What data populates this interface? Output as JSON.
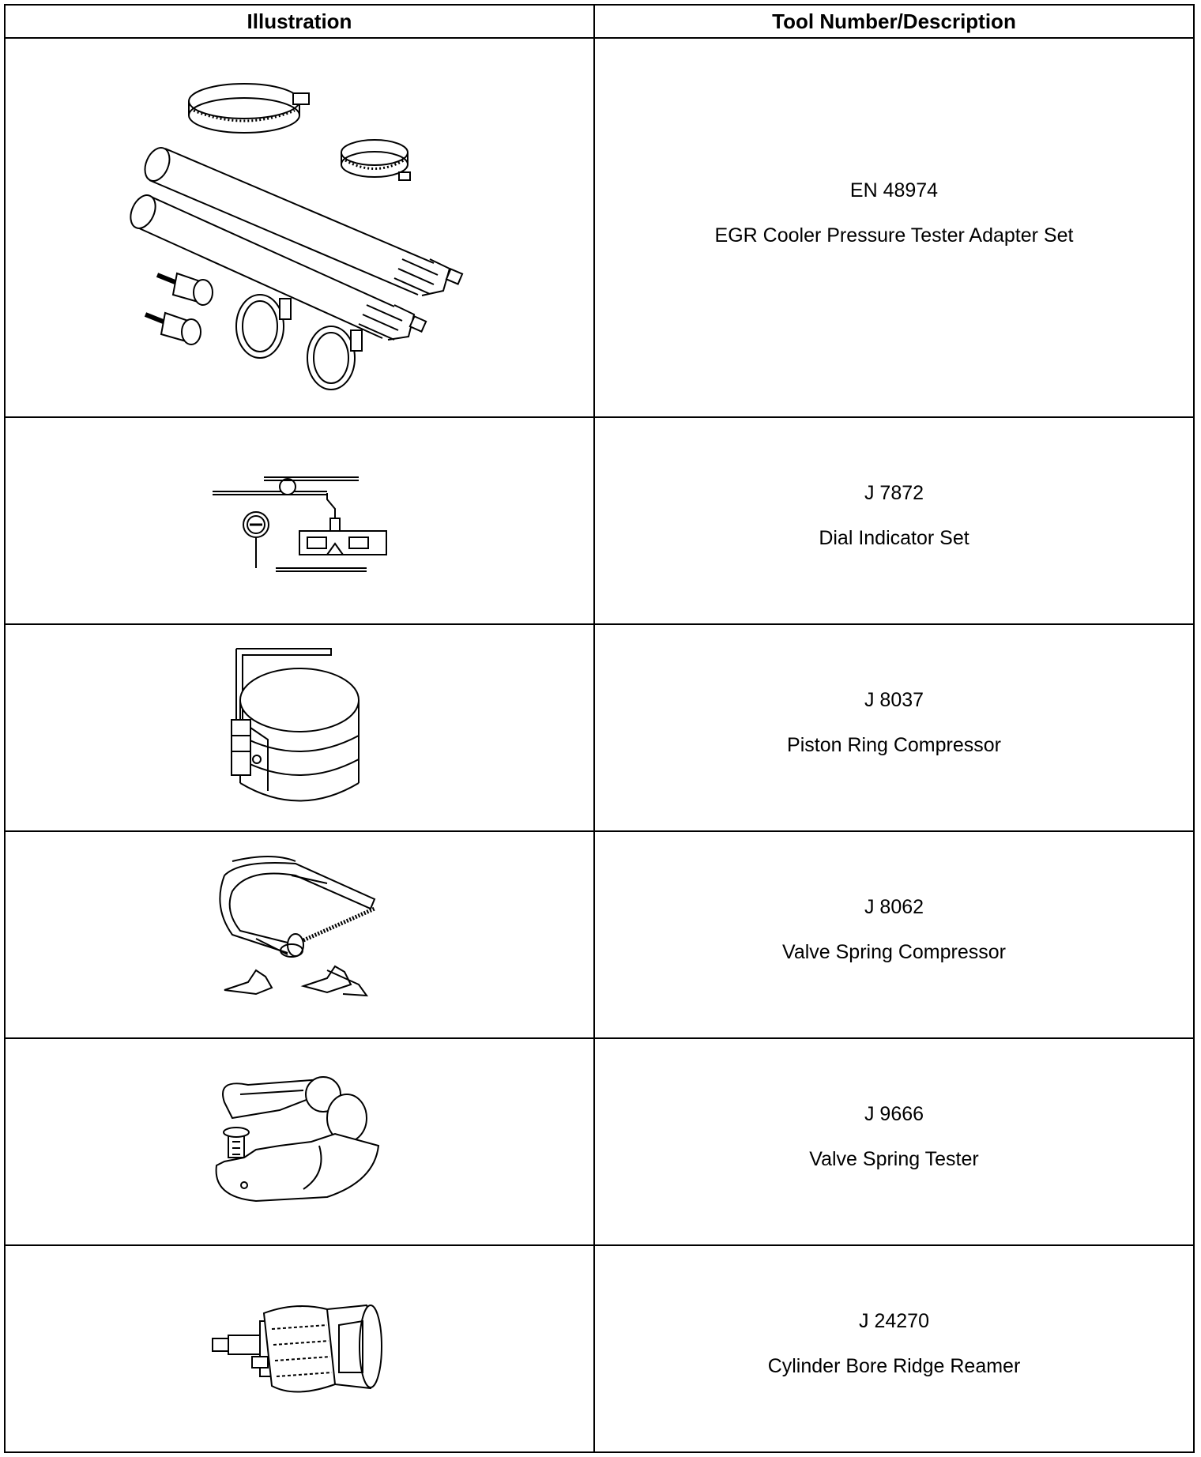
{
  "table": {
    "headers": [
      "Illustration",
      "Tool Number/Description"
    ],
    "rows": [
      {
        "tool_number": "EN 48974",
        "description": "EGR Cooler Pressure Tester Adapter Set",
        "icon": "egr-cooler-adapter-set-illustration"
      },
      {
        "tool_number": "J 7872",
        "description": "Dial Indicator Set",
        "icon": "dial-indicator-set-illustration"
      },
      {
        "tool_number": "J 8037",
        "description": "Piston Ring Compressor",
        "icon": "piston-ring-compressor-illustration"
      },
      {
        "tool_number": "J 8062",
        "description": "Valve Spring Compressor",
        "icon": "valve-spring-compressor-illustration"
      },
      {
        "tool_number": "J 9666",
        "description": "Valve Spring Tester",
        "icon": "valve-spring-tester-illustration"
      },
      {
        "tool_number": "J 24270",
        "description": "Cylinder Bore Ridge Reamer",
        "icon": "cylinder-bore-ridge-reamer-illustration"
      }
    ]
  }
}
